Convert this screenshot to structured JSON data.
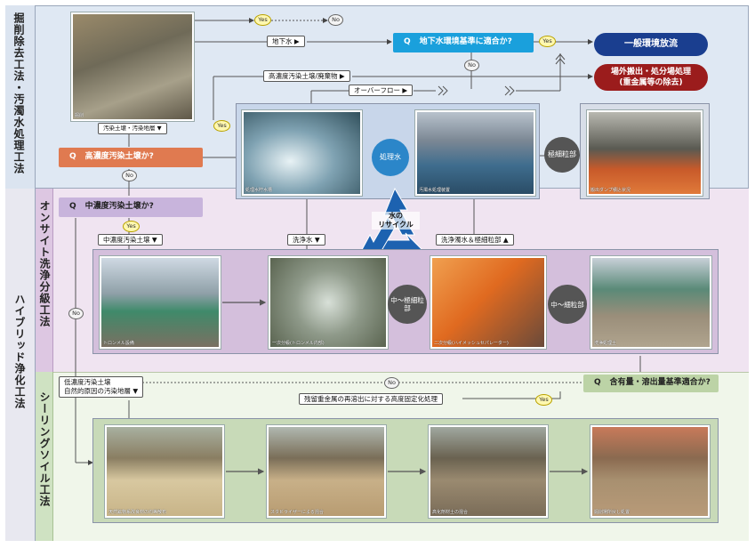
{
  "sections": {
    "excavation": "掘削除去工法・汚濁水処理工法",
    "onsite": "オンサイト洗浄分級工法",
    "hybrid": "ハイブリッド浄化工法",
    "sealing": "シーリングソイル工法"
  },
  "questions": {
    "q_marker": "Q",
    "groundwater": "地下水環境基準に適合か?",
    "high_conc": "高濃度汚染土壌か?",
    "mid_conc": "中濃度汚染土壌か?",
    "content": "含有量・溶出量基準適合か?"
  },
  "outcomes": {
    "discharge": "一般環境放流",
    "offsite_line1": "場外搬出・処分場処理",
    "offsite_line2": "(重金属等の除去)"
  },
  "labels": {
    "groundwater": "地下水",
    "high_soil": "高濃度汚染土壌/廃棄物",
    "overflow": "オーバーフロー",
    "contam_soil": "汚染土壌・汚染地層",
    "mid_soil": "中濃度汚染土壌",
    "wash_water": "洗浄水",
    "wash_muddy": "洗浄濁水＆極細粒部",
    "low_soil_line1": "低濃度汚染土壌",
    "low_soil_line2": "自然的原因の汚染地層",
    "residual": "残留重金属の再溶出に対する高度固定化処理"
  },
  "branches": {
    "yes": "Yes",
    "no": "No"
  },
  "circles": {
    "treated_water": "処理水",
    "ultrafine": "極細粒部",
    "mid_fine": "中〜極細粒部",
    "mid_fine2": "中〜細粒部",
    "recycle_line1": "水の",
    "recycle_line2": "リサイクル"
  },
  "photos": {
    "excavation": "掘削",
    "tank": "処理水貯水槽",
    "water_plant": "汚濁水処理装置",
    "dump": "搬出ダンプ積込状況",
    "trommel": "トロンメル設備",
    "trommel2": "一次分級(トロンメル内部)",
    "spiral": "二次分級(ハイメッシュセパレーター)",
    "washed": "洗浄処理土",
    "seal1": "天然鉱物系改良材の均等散布",
    "seal2": "スタビライザーによる混合",
    "seal3": "高化剤材土の混合",
    "seal4": "掘削場所戻し処置"
  },
  "colors": {
    "top_bg": "#dfe8f3",
    "mid_bg": "#ead8ec",
    "bot_bg": "#e3eedc",
    "blue_q": "#1aa0dc",
    "orange_q": "#e07a50",
    "purple_q": "#c8b4dc",
    "green_q": "#bcd3a6",
    "navy": "#1a3e8f",
    "darkred": "#9b1c1c",
    "recycle": "#1d62b0"
  }
}
